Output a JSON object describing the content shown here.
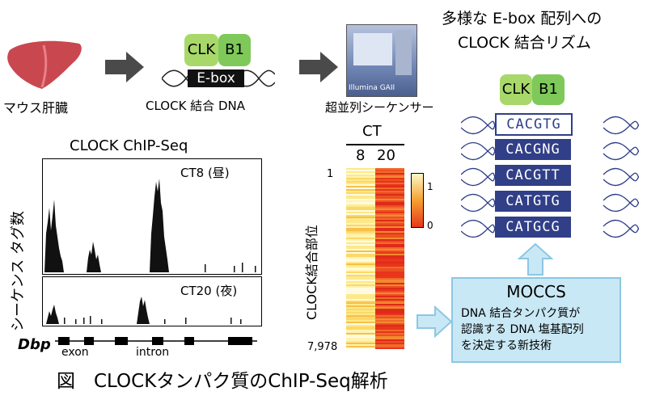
{
  "liver": {
    "label": "マウス肝臓"
  },
  "dna_step": {
    "clk": "CLK",
    "b1": "B1",
    "ebox": "E-box",
    "label": "CLOCK 結合 DNA"
  },
  "sequencer": {
    "brand": "Illumina GAII",
    "label": "超並列シーケンサー"
  },
  "top_right": {
    "title_line1": "多様な E-box 配列への",
    "title_line2": "CLOCK 結合リズム",
    "clk": "CLK",
    "b1": "B1"
  },
  "sequences": [
    "CACGTG",
    "CACGNG",
    "CACGTT",
    "CATGTG",
    "CATGCG"
  ],
  "chip": {
    "title": "CLOCK ChIP-Seq",
    "ylabel": "シーケンス タグ数",
    "panel_day": "CT8 (昼)",
    "panel_night": "CT20 (夜)",
    "gene": "Dbp",
    "exon": "exon",
    "intron": "intron"
  },
  "heatmap": {
    "ct_label": "CT",
    "col1": "8",
    "col2": "20",
    "ylabel": "CLOCK結合部位",
    "top_tick": "1",
    "bottom_tick": "7,978",
    "scale_max": "1",
    "scale_min": "0",
    "colors": {
      "high": "#fff9c8",
      "mid": "#f5a030",
      "low": "#e8351c"
    }
  },
  "moccs": {
    "title": "MOCCS",
    "desc_line1": "DNA 結合タンパク質が",
    "desc_line2": "認識する DNA 塩基配列",
    "desc_line3": "を決定する新技術"
  },
  "caption": "図　CLOCKタンパク質のChIP-Seq解析"
}
